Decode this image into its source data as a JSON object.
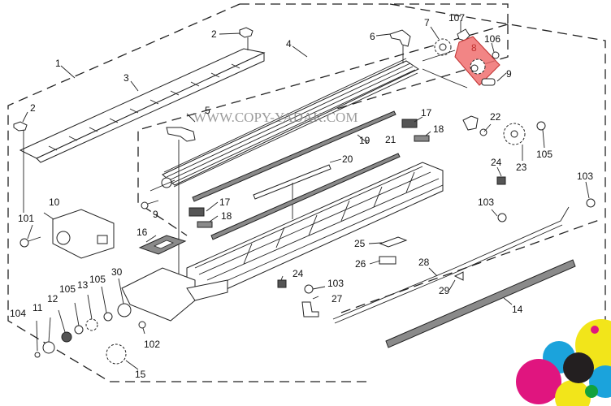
{
  "watermark": "WWW.COPY-YADAK.COM",
  "highlight": {
    "part": "8",
    "color": "#f07070"
  },
  "callouts": [
    {
      "id": "c1",
      "label": "1"
    },
    {
      "id": "c2a",
      "label": "2"
    },
    {
      "id": "c2b",
      "label": "2"
    },
    {
      "id": "c3",
      "label": "3"
    },
    {
      "id": "c4",
      "label": "4"
    },
    {
      "id": "c5",
      "label": "5"
    },
    {
      "id": "c6",
      "label": "6"
    },
    {
      "id": "c7",
      "label": "7"
    },
    {
      "id": "c8",
      "label": "8"
    },
    {
      "id": "c9a",
      "label": "9"
    },
    {
      "id": "c9b",
      "label": "9"
    },
    {
      "id": "c10",
      "label": "10"
    },
    {
      "id": "c11",
      "label": "11"
    },
    {
      "id": "c12",
      "label": "12"
    },
    {
      "id": "c13",
      "label": "13"
    },
    {
      "id": "c14",
      "label": "14"
    },
    {
      "id": "c15",
      "label": "15"
    },
    {
      "id": "c16",
      "label": "16"
    },
    {
      "id": "c17a",
      "label": "17"
    },
    {
      "id": "c17b",
      "label": "17"
    },
    {
      "id": "c18a",
      "label": "18"
    },
    {
      "id": "c18b",
      "label": "18"
    },
    {
      "id": "c19",
      "label": "19"
    },
    {
      "id": "c20",
      "label": "20"
    },
    {
      "id": "c21",
      "label": "21"
    },
    {
      "id": "c22",
      "label": "22"
    },
    {
      "id": "c23",
      "label": "23"
    },
    {
      "id": "c24a",
      "label": "24"
    },
    {
      "id": "c24b",
      "label": "24"
    },
    {
      "id": "c25",
      "label": "25"
    },
    {
      "id": "c26",
      "label": "26"
    },
    {
      "id": "c27",
      "label": "27"
    },
    {
      "id": "c28",
      "label": "28"
    },
    {
      "id": "c29",
      "label": "29"
    },
    {
      "id": "c30",
      "label": "30"
    },
    {
      "id": "c101",
      "label": "101"
    },
    {
      "id": "c102",
      "label": "102"
    },
    {
      "id": "c103a",
      "label": "103"
    },
    {
      "id": "c103b",
      "label": "103"
    },
    {
      "id": "c103c",
      "label": "103"
    },
    {
      "id": "c104",
      "label": "104"
    },
    {
      "id": "c105a",
      "label": "105"
    },
    {
      "id": "c105b",
      "label": "105"
    },
    {
      "id": "c105c",
      "label": "105"
    },
    {
      "id": "c106",
      "label": "106"
    },
    {
      "id": "c107",
      "label": "107"
    }
  ],
  "logo_colors": {
    "cyan": "#1ba3dc",
    "magenta": "#e0157f",
    "yellow": "#f2e51a",
    "black": "#231f20",
    "blue": "#1b1f8a",
    "red": "#e3262a",
    "green": "#12a23c"
  }
}
